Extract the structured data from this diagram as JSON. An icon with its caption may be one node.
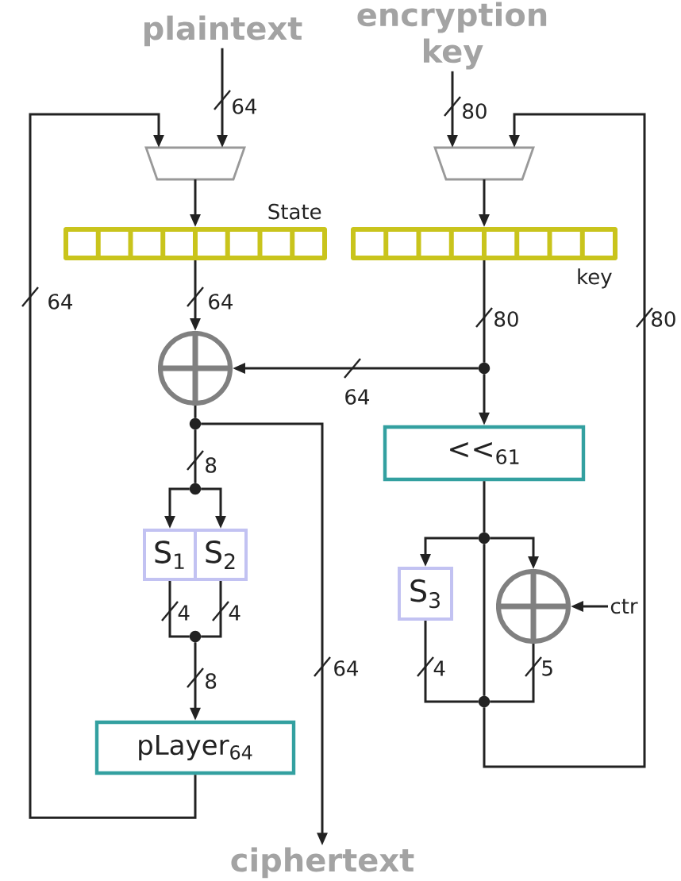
{
  "diagram": {
    "nodes": [
      {
        "text": [
          "plaintext"
        ]
      },
      {
        "text": [
          "encryption key"
        ]
      },
      {
        "text": [],
        "shape": "trapezoid"
      },
      {
        "text": [],
        "shape": "trapezoid"
      },
      {
        "text": [
          "State"
        ]
      },
      {
        "text": [
          "key"
        ]
      },
      {
        "text": [],
        "shape": "circle"
      },
      {
        "text": [],
        "shape": "dot"
      },
      {
        "text": [],
        "shape": "dot"
      },
      {
        "text": [
          "<<$_{61}$"
        ]
      },
      {
        "text": [],
        "shape": "dot"
      },
      {
        "text": [],
        "shape": "dot"
      },
      {
        "text": [
          "S$_{1}$"
        ]
      },
      {
        "text": [
          "S$_{2}$"
        ]
      },
      {
        "text": [
          "S$_{3}$"
        ]
      },
      {
        "text": [],
        "shape": "circle"
      },
      {
        "text": [
          "ctr"
        ]
      },
      {
        "text": [],
        "shape": "dot"
      },
      {
        "text": [],
        "shape": "dot"
      },
      {
        "text": [
          "pLayer$_{64}$"
        ]
      },
      {
        "text": [
          "ciphertext"
        ]
      }
    ],
    "edges": [
      {
        "from": 0,
        "to": 2,
        "arrow": "to",
        "label": "64"
      },
      {
        "from": 19,
        "to": 2,
        "arrow": "to",
        "label": "64"
      },
      {
        "from": 1,
        "to": 3,
        "arrow": "to",
        "label": "80"
      },
      {
        "from": 18,
        "to": 3,
        "arrow": "to",
        "label": "80"
      },
      {
        "from": 2,
        "to": 4,
        "arrow": "to"
      },
      {
        "from": 3,
        "to": 5,
        "arrow": "to"
      },
      {
        "from": 4,
        "to": 6,
        "arrow": "to",
        "label": "64"
      },
      {
        "from": 5,
        "to": 7,
        "arrow": "none",
        "label": "80"
      },
      {
        "from": 7,
        "to": 6,
        "arrow": "to",
        "label": "64"
      },
      {
        "from": 7,
        "to": 9,
        "arrow": "to"
      },
      {
        "from": 6,
        "to": 8,
        "arrow": "none"
      },
      {
        "from": 8,
        "to": 10,
        "arrow": "none",
        "label": "8"
      },
      {
        "from": 8,
        "to": 20,
        "arrow": "to",
        "label": "64"
      },
      {
        "from": 9,
        "to": 11,
        "arrow": "none"
      },
      {
        "from": 10,
        "to": 12,
        "arrow": "to"
      },
      {
        "from": 10,
        "to": 13,
        "arrow": "to"
      },
      {
        "from": 11,
        "to": 14,
        "arrow": "to"
      },
      {
        "from": 11,
        "to": 15,
        "arrow": "to"
      },
      {
        "from": 11,
        "to": 18,
        "arrow": "none"
      },
      {
        "from": 16,
        "to": 15,
        "arrow": "to"
      },
      {
        "from": 12,
        "to": 17,
        "arrow": "none",
        "label": "4"
      },
      {
        "from": 13,
        "to": 17,
        "arrow": "none",
        "label": "4"
      },
      {
        "from": 14,
        "to": 18,
        "arrow": "none",
        "label": "4"
      },
      {
        "from": 15,
        "to": 18,
        "arrow": "none",
        "label": "5"
      },
      {
        "from": 17,
        "to": 19,
        "arrow": "to",
        "label": "8"
      }
    ]
  }
}
